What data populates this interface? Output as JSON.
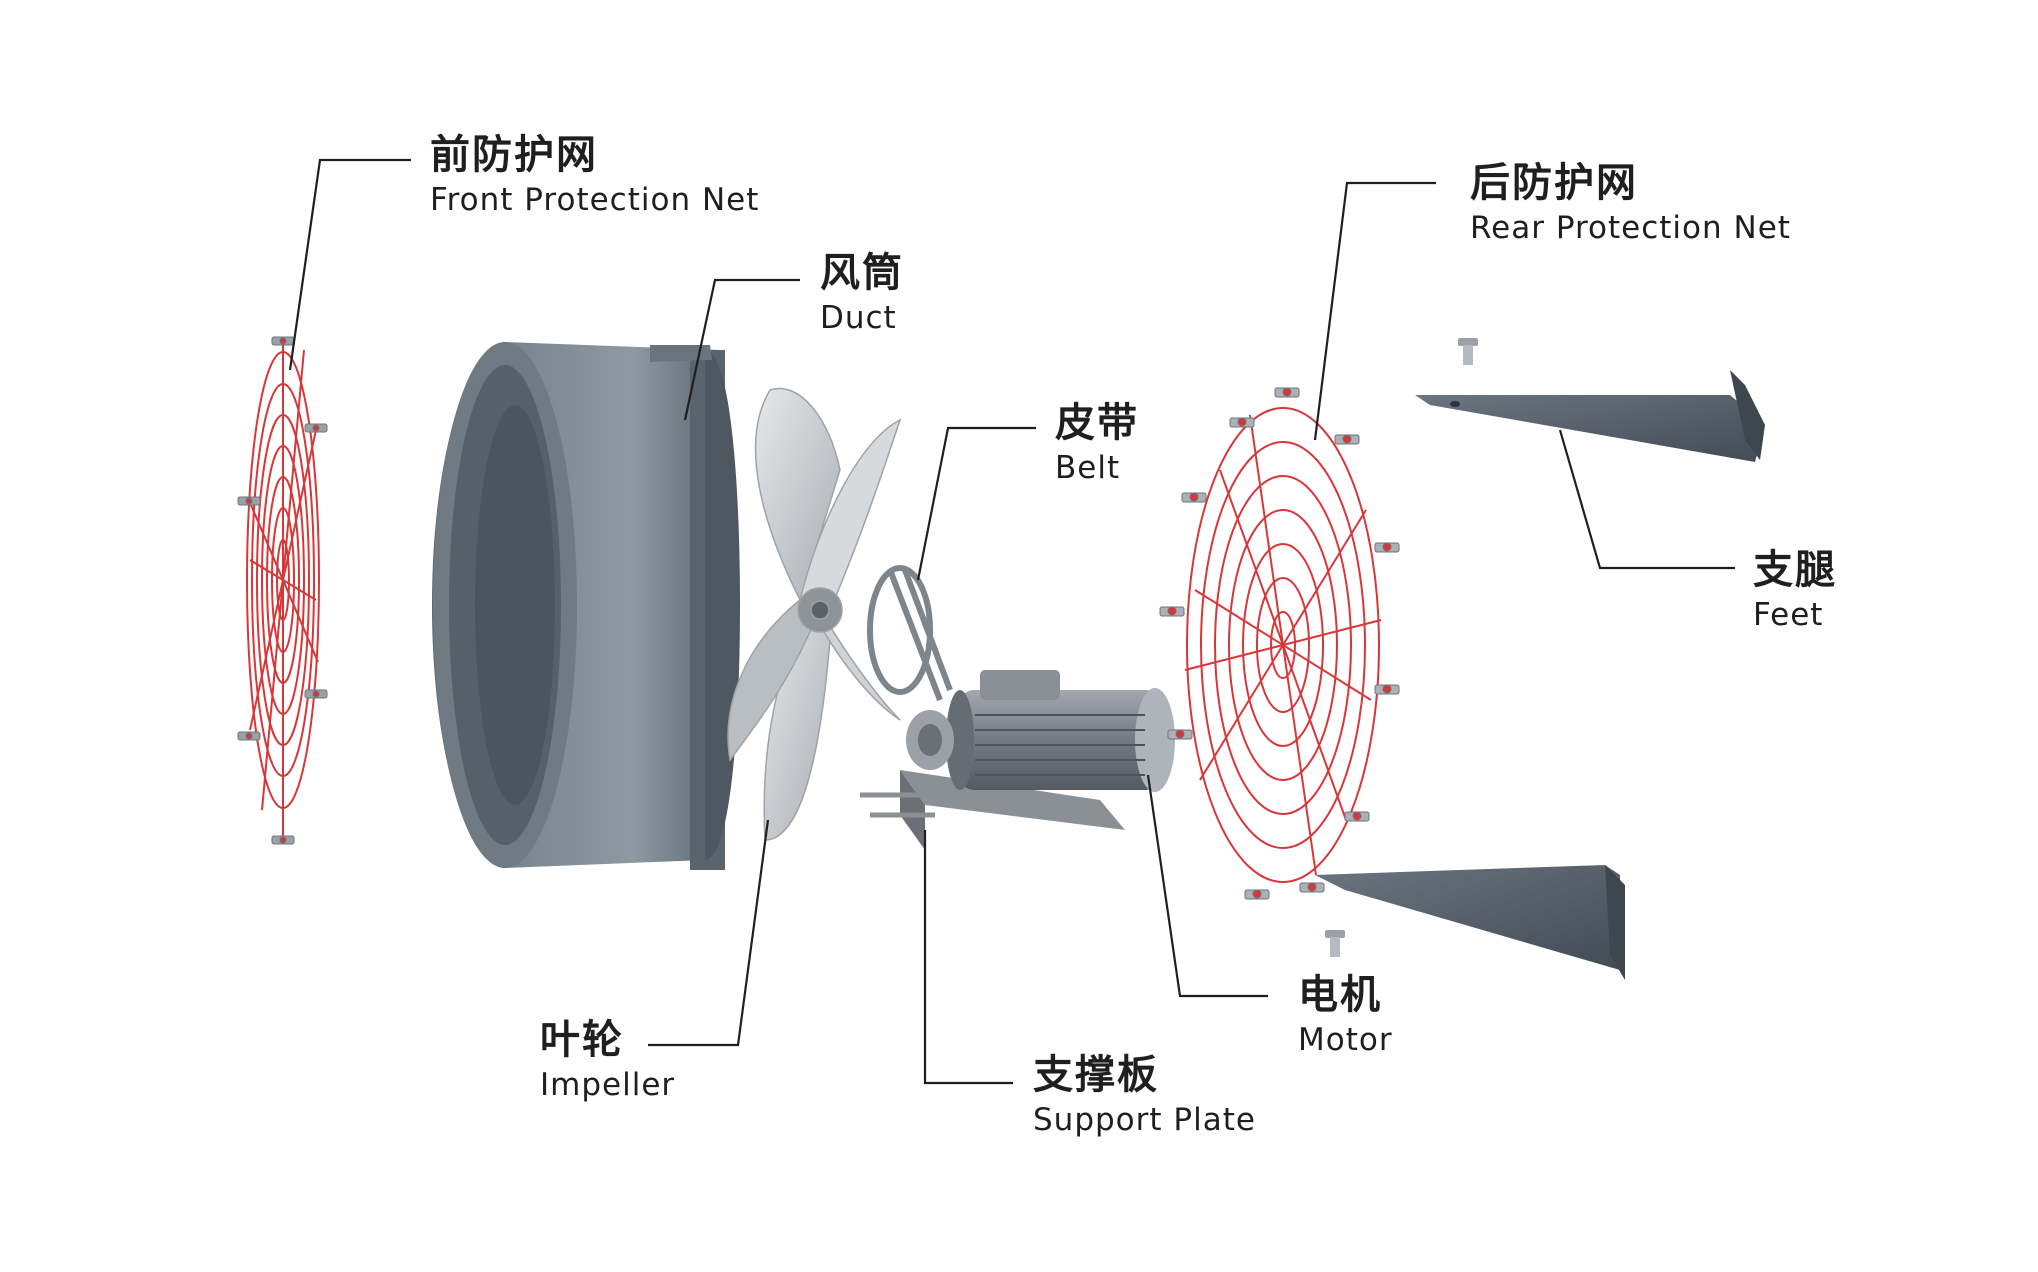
{
  "diagram": {
    "labels": {
      "front_net": {
        "zh": "前防护网",
        "en": "Front Protection Net"
      },
      "duct": {
        "zh": "风筒",
        "en": "Duct"
      },
      "belt": {
        "zh": "皮带",
        "en": "Belt"
      },
      "rear_net": {
        "zh": "后防护网",
        "en": "Rear Protection Net"
      },
      "feet": {
        "zh": "支腿",
        "en": "Feet"
      },
      "motor": {
        "zh": "电机",
        "en": "Motor"
      },
      "impeller": {
        "zh": "叶轮",
        "en": "Impeller"
      },
      "support_plate": {
        "zh": "支撑板",
        "en": "Support Plate"
      }
    },
    "colors": {
      "net_red": "#d8373a",
      "duct_dark": "#4f5a62",
      "duct_mid": "#6e7a83",
      "duct_light": "#8f9aa2",
      "blade": "#c9ccd0",
      "motor": "#7a8087",
      "feet": "#525c66",
      "leader": "#1f1f1f"
    }
  }
}
